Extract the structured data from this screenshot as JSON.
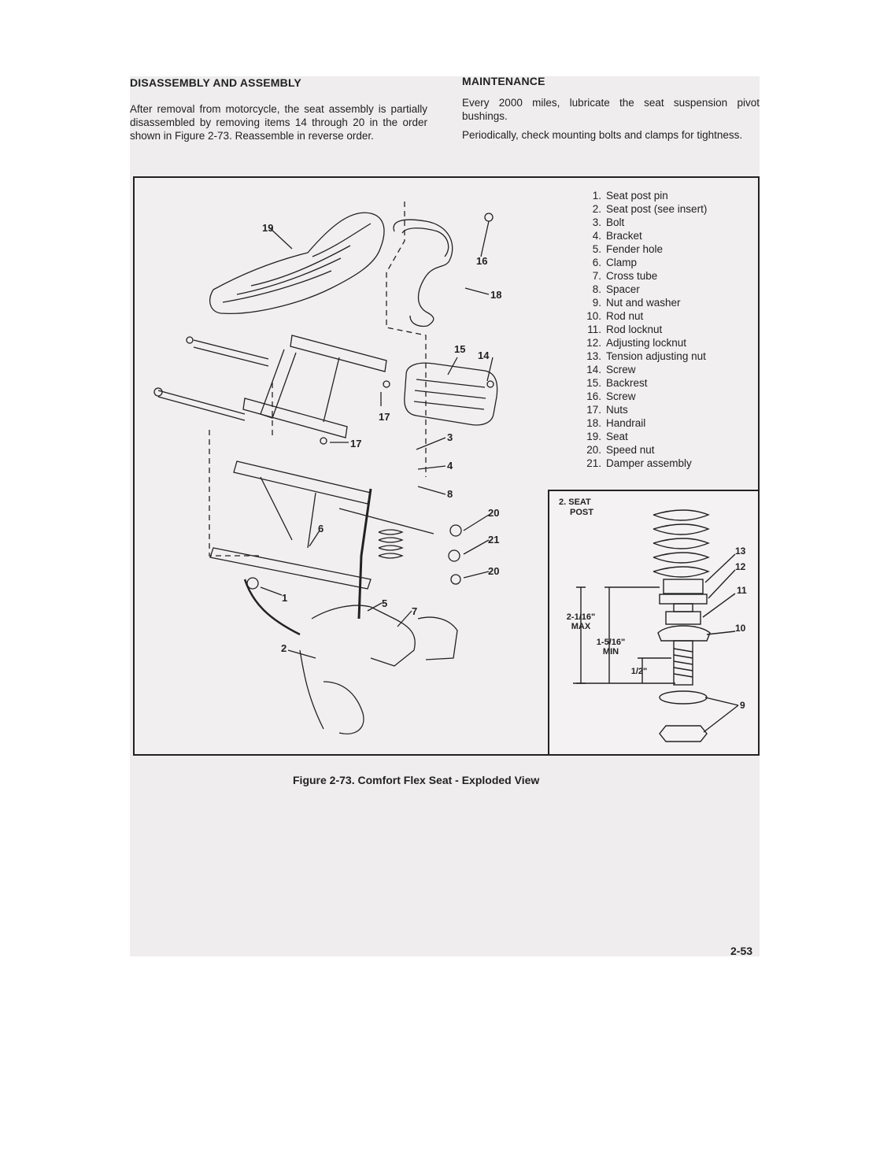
{
  "left_column": {
    "heading": "DISASSEMBLY AND ASSEMBLY",
    "paragraph": "After removal from motorcycle, the seat assembly is partially disassembled by removing items 14 through 20 in the order shown in Figure 2-73. Reassemble in reverse order."
  },
  "right_column": {
    "heading": "MAINTENANCE",
    "paragraph_1": "Every 2000 miles, lubricate the seat suspension pivot bushings.",
    "paragraph_2": "Periodically, check mounting bolts and clamps for tightness."
  },
  "legend": [
    {
      "num": "1.",
      "label": "Seat post pin"
    },
    {
      "num": "2.",
      "label": "Seat post (see insert)"
    },
    {
      "num": "3.",
      "label": "Bolt"
    },
    {
      "num": "4.",
      "label": "Bracket"
    },
    {
      "num": "5.",
      "label": "Fender hole"
    },
    {
      "num": "6.",
      "label": "Clamp"
    },
    {
      "num": "7.",
      "label": "Cross tube"
    },
    {
      "num": "8.",
      "label": "Spacer"
    },
    {
      "num": "9.",
      "label": "Nut and washer"
    },
    {
      "num": "10.",
      "label": "Rod nut"
    },
    {
      "num": "11.",
      "label": "Rod locknut"
    },
    {
      "num": "12.",
      "label": "Adjusting locknut"
    },
    {
      "num": "13.",
      "label": "Tension adjusting nut"
    },
    {
      "num": "14.",
      "label": "Screw"
    },
    {
      "num": "15.",
      "label": "Backrest"
    },
    {
      "num": "16.",
      "label": "Screw"
    },
    {
      "num": "17.",
      "label": "Nuts"
    },
    {
      "num": "18.",
      "label": "Handrail"
    },
    {
      "num": "19.",
      "label": "Seat"
    },
    {
      "num": "20.",
      "label": "Speed nut"
    },
    {
      "num": "21.",
      "label": "Damper assembly"
    }
  ],
  "callouts": [
    "19",
    "16",
    "18",
    "15",
    "14",
    "17",
    "17",
    "3",
    "4",
    "8",
    "20",
    "21",
    "20",
    "6",
    "1",
    "5",
    "7",
    "2"
  ],
  "inset": {
    "title_line1": "2. SEAT",
    "title_line2": "POST",
    "dim_max_value": "2-1/16\"",
    "dim_max_word": "MAX",
    "dim_min_value": "1-5/16\"",
    "dim_min_word": "MIN",
    "dim_half": "1/2\"",
    "callouts": [
      "13",
      "12",
      "11",
      "10",
      "9"
    ]
  },
  "caption": "Figure 2-73. Comfort Flex Seat - Exploded View",
  "page_number": "2-53"
}
